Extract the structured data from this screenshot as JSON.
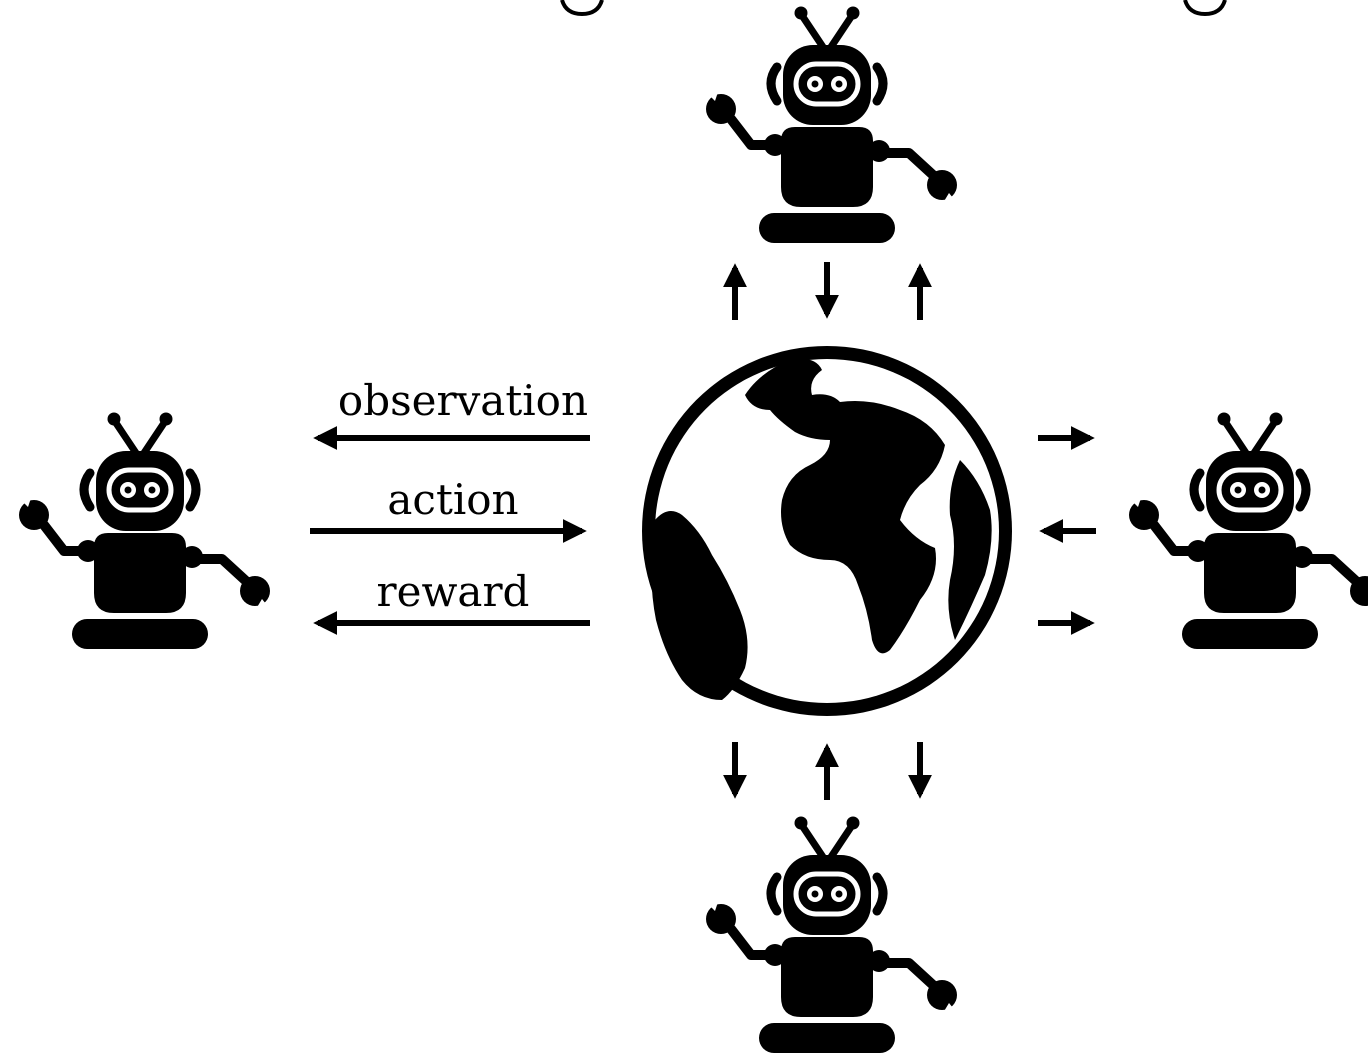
{
  "labels": {
    "observation": "observation",
    "action": "action",
    "reward": "reward"
  },
  "colors": {
    "ink": "#000000",
    "paper": "#ffffff"
  },
  "icons": {
    "agent": "robot-icon",
    "environment": "globe-icon"
  },
  "direction_words": {
    "observation": "left",
    "action": "right",
    "reward": "left"
  }
}
